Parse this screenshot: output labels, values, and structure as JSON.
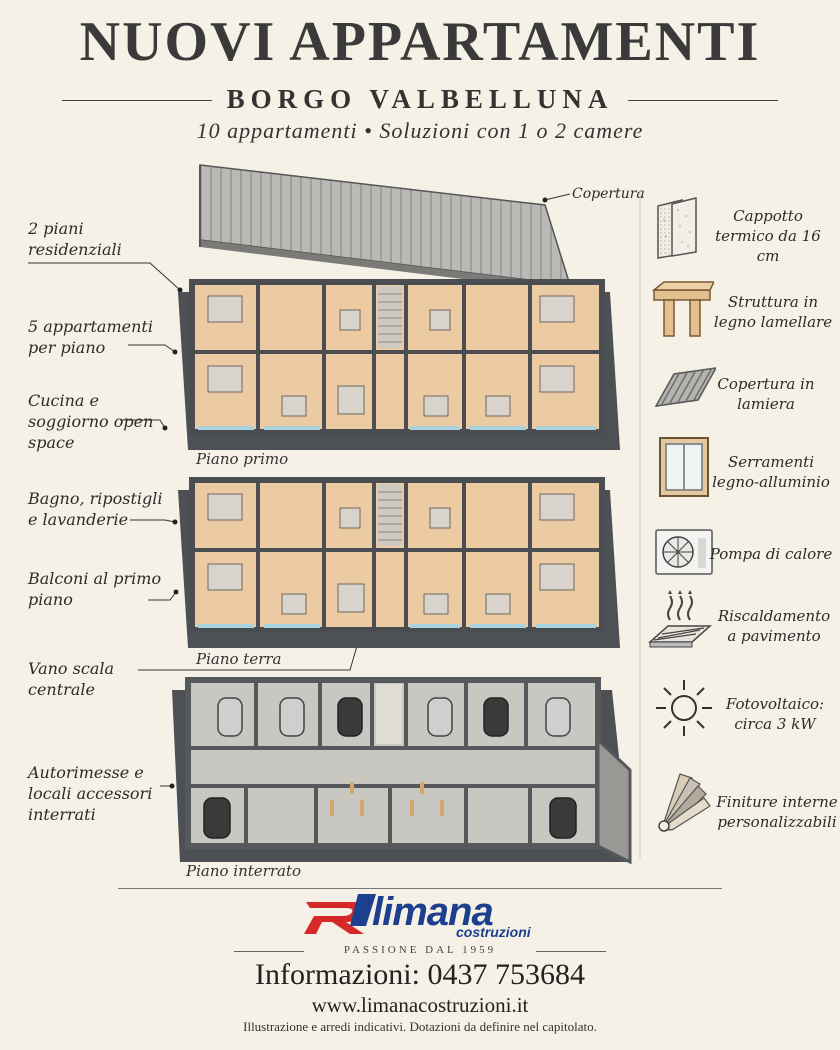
{
  "header": {
    "title": "NUOVI APPARTAMENTI",
    "subtitle": "BORGO VALBELLUNA",
    "tagline": "10 appartamenti • Soluzioni con 1 o 2 camere"
  },
  "callouts": {
    "copertura": "Copertura",
    "piani_residenziali": "2 piani residenziali",
    "appartamenti_per_piano": "5 appartamenti per piano",
    "cucina_soggiorno": "Cucina e soggiorno open space",
    "bagno_ripostigli": "Bagno, ripostigli e lavanderie",
    "balconi": "Balconi al primo piano",
    "vano_scala": "Vano scala centrale",
    "autorimesse": "Autorimesse e locali accessori interrati"
  },
  "floors": {
    "primo": "Piano primo",
    "terra": "Piano terra",
    "interrato": "Piano interrato"
  },
  "features": [
    {
      "icon": "insulation-icon",
      "label": "Cappotto termico da 16 cm"
    },
    {
      "icon": "timber-frame-icon",
      "label": "Struttura in legno lamellare"
    },
    {
      "icon": "metal-roof-icon",
      "label": "Copertura in lamiera"
    },
    {
      "icon": "window-icon",
      "label": "Serramenti legno-alluminio"
    },
    {
      "icon": "heat-pump-icon",
      "label": "Pompa di calore"
    },
    {
      "icon": "floor-heating-icon",
      "label": "Riscaldamento a pavimento"
    },
    {
      "icon": "sun-icon",
      "label": "Fotovoltaico: circa 3 kW"
    },
    {
      "icon": "swatch-fan-icon",
      "label": "Finiture interne personalizzabili"
    }
  ],
  "footer": {
    "brand": "limana",
    "brand_sub": "costruzioni",
    "passione": "PASSIONE DAL 1959",
    "info": "Informazioni: 0437 753684",
    "url": "www.limanacostruzioni.it",
    "note": "Illustrazione e arredi indicativi. Dotazioni da definire nel capitolato."
  },
  "colors": {
    "brand_blue": "#1c3f8e",
    "brand_red": "#d62828",
    "background": "#f6f1e6",
    "floor_wood": "#e9c9a0",
    "wall": "#55595c"
  }
}
